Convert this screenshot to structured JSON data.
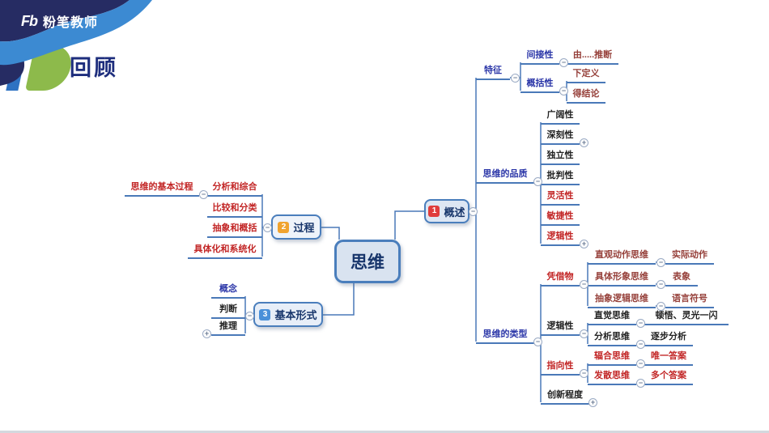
{
  "header": {
    "brand_mark": "Fb",
    "brand_name": "粉笔教师",
    "title": "回顾"
  },
  "icons": {
    "collapse": "−",
    "expand": "+"
  },
  "colors": {
    "navy_wave": "#262c63",
    "blue_wave": "#3c8ad2",
    "logo_green": "#8dba4b",
    "logo_blue": "#2e72c2",
    "line": "#4a79b8",
    "node_border": "#4a7ebc",
    "node_fill": "#dde6f3",
    "node_text": "#17356b",
    "label_blue": "#2b36a8",
    "label_red": "#c22525",
    "label_maroon": "#96403a",
    "label_dark": "#222222",
    "badge1": "#e03c3c",
    "badge2": "#f0a32f",
    "badge3": "#4a90d9"
  },
  "mindmap": {
    "nodes": {
      "root": "思维",
      "overview": "概述",
      "overview_badge": "1",
      "process": "过程",
      "process_badge": "2",
      "basicform": "基本形式",
      "basicform_badge": "3"
    },
    "labels": {
      "tezheng": "特征",
      "jianjiexing": "间接性",
      "youtuiduan": "由.....推断",
      "gaikuoxing": "概括性",
      "xiadingyi": "下定义",
      "dejielun": "得结论",
      "pinzhi": "思维的品质",
      "guangkuo": "广阔性",
      "shenke": "深刻性",
      "duli": "独立性",
      "pipan": "批判性",
      "linghuo": "灵活性",
      "minjie": "敏捷性",
      "luojip": "逻辑性",
      "leixing": "思维的类型",
      "pingjiewu": "凭借物",
      "zhiguan": "直观动作思维",
      "shiji": "实际动作",
      "jutix": "具体形象思维",
      "biaoxiang": "表象",
      "chouxlj": "抽象逻辑思维",
      "yuyan": "语言符号",
      "luojit": "逻辑性",
      "zhijue": "直觉思维",
      "dunwu": "顿悟、灵光一闪",
      "fenxisw": "分析思维",
      "zhubu": "逐步分析",
      "zhixiang": "指向性",
      "fuhe": "辐合思维",
      "weiyi": "唯一答案",
      "fasan": "发散思维",
      "duoge": "多个答案",
      "chuangxin": "创新程度",
      "jbgc": "思维的基本过程",
      "fenxizh": "分析和综合",
      "bijiao": "比较和分类",
      "chouxgk": "抽象和概括",
      "jutixt": "具体化和系统化",
      "gainian": "概念",
      "panduan": "判断",
      "tuili": "推理"
    }
  }
}
